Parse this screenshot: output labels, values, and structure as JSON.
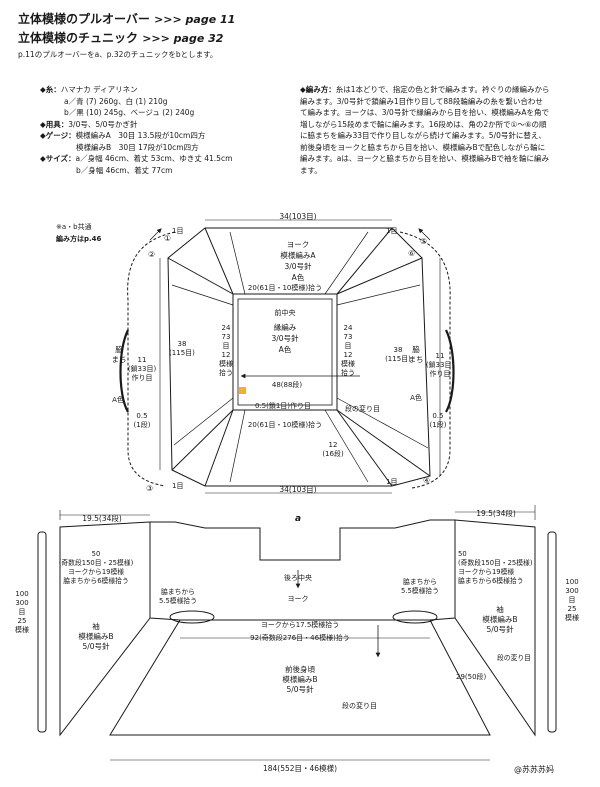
{
  "header": {
    "title1": "立体模様のプルオーバー",
    "title1_page": ">>> page 11",
    "title2": "立体模様のチュニック",
    "title2_page": ">>> page 32",
    "subtitle": "p.11のプルオーバーをa、p.32のチュニックをbとします。"
  },
  "materials": {
    "yarn_key": "◆糸：",
    "yarn_brand": "ハマナカ ディアリネン",
    "yarn_a": "a／青 (7) 260g、白 (1) 210g",
    "yarn_b": "b／黒 (10) 245g、ベージュ (2) 240g",
    "tools_key": "◆用具：",
    "tools": "3/0号、5/0号かぎ針",
    "gauge_key": "◆ゲージ：",
    "gauge_a": "模様編みA　30目 13.5段が10cm四方",
    "gauge_b": "模様編みB　30目 17段が10cm四方",
    "size_key": "◆サイズ：",
    "size_a": "a／身幅 46cm、着丈 53cm、ゆき丈 41.5cm",
    "size_b": "b／身幅 46cm、着丈 77cm"
  },
  "instructions": {
    "head": "◆編み方：",
    "body": "糸は1本どりで、指定の色と針で編みます。衿ぐりの縁編みから編みます。3/0号針で鎖編み1目作り目して88段輪編みの糸を繋い合わせて編みます。ヨークは、3/0号針で縁編みから目を拾い、模様編みAを角で増しながら15段めまで輪に編みます。16段めは、角の2か所で①〜⑥の順に脇まちを編み33目で作り目しながら続けて編みます。5/0号針に替え、前後身頃をヨークと脇まちから目を拾い、模様編みBで配色しながら輪に編みます。aは、ヨークと脇まちから目を拾い、模様編みBで袖を輪に編みます。"
  },
  "top_diagram": {
    "common_label": "※a・b共通",
    "method_ref": "編み方はp.46",
    "top_width": "34(103目)",
    "bottom_width": "34(103目)",
    "yoke_label": "ヨーク",
    "yoke_pattern": "模様編みA",
    "yoke_needle": "3/0号針",
    "yoke_color": "A色",
    "inner_top": "20(61目・10模様)拾う",
    "inner_bottom": "20(61目・10模様)拾う",
    "front_center": "前中央",
    "edge_label": "縁編み",
    "edge_needle": "3/0号針",
    "edge_color": "A色",
    "side_left": "24\n73\n目\n12\n模様\n拾う",
    "side_right": "24\n73\n目\n12\n模様\n拾う",
    "rows_48": "48(88段)",
    "rows_05": "0.5(鎖1目)作り目",
    "row_change": "段の変り目",
    "height_left": "38\n(115目)",
    "height_right": "38\n(115目)",
    "gusset": "脇\nまち",
    "gusset_count": "11\n(鎖33目)\n作り目",
    "gusset_color": "A色",
    "small_row": "0.5\n(1段)",
    "twelve": "12\n(16段)",
    "one_row": "1目",
    "steps": [
      "①",
      "②",
      "③",
      "④",
      "⑤",
      "⑥"
    ]
  },
  "bottom_diagram": {
    "variant": "a",
    "back_center": "後ろ中央",
    "yoke": "ヨーク",
    "left_width": "19.5(34段)",
    "right_width": "19.5(34段)",
    "sleeve_pick_left": "50\n(奇数段150目・25模様)\nヨークから19模様\n脇まちから6模様拾う",
    "sleeve_pick_right": "50\n(奇数段150目・25模様)\nヨークから19模様\n脇まちから6模様拾う",
    "gusset_pick_left": "脇まちから\n5.5模様拾う",
    "gusset_pick_right": "脇まちから\n5.5模様拾う",
    "yoke_pick": "ヨークから17.5模様拾う",
    "body_pick": "92(奇数段276目・46模様)拾う",
    "sleeve_left": "袖\n模様編みB\n5/0号針",
    "sleeve_right": "袖\n模様編みB\n5/0号針",
    "sleeve_length": "100\n300\n目\n25\n模様",
    "body_label": "前後身頃\n模様編みB\n5/0号針",
    "row_change": "段の変り目",
    "side_rows": "29(50段)",
    "hem": "184(552目・46模様)",
    "watermark": "@苏苏苏妈"
  }
}
